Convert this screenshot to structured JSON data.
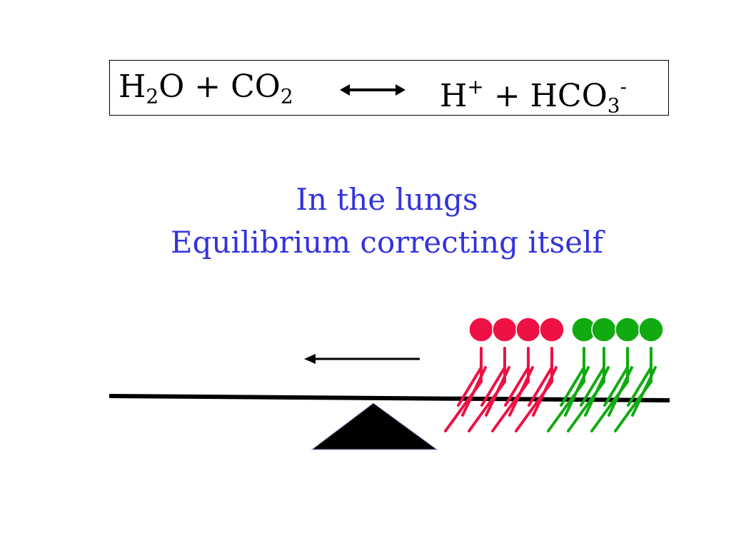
{
  "equation": {
    "left": {
      "m1": "H",
      "s1": "2",
      "m2": "O + CO",
      "s2": "2"
    },
    "right": {
      "m1": "H",
      "p1": "+",
      "m2": " + HCO",
      "s2": "3",
      "p2": "-"
    },
    "arrow_icon": "double-arrow-icon"
  },
  "caption": {
    "line1": "In the lungs",
    "line2": "Equilibrium correcting itself"
  },
  "colors": {
    "caption": "#3333dd",
    "red": "#ee1144",
    "green": "#11aa11",
    "beam": "#000000",
    "fulcrum": "#000000"
  },
  "icons": {
    "direction_arrow": "left-arrow-icon",
    "fulcrum": "triangle-fulcrum-icon"
  },
  "molecules": {
    "red_count": 4,
    "green_count": 4
  }
}
